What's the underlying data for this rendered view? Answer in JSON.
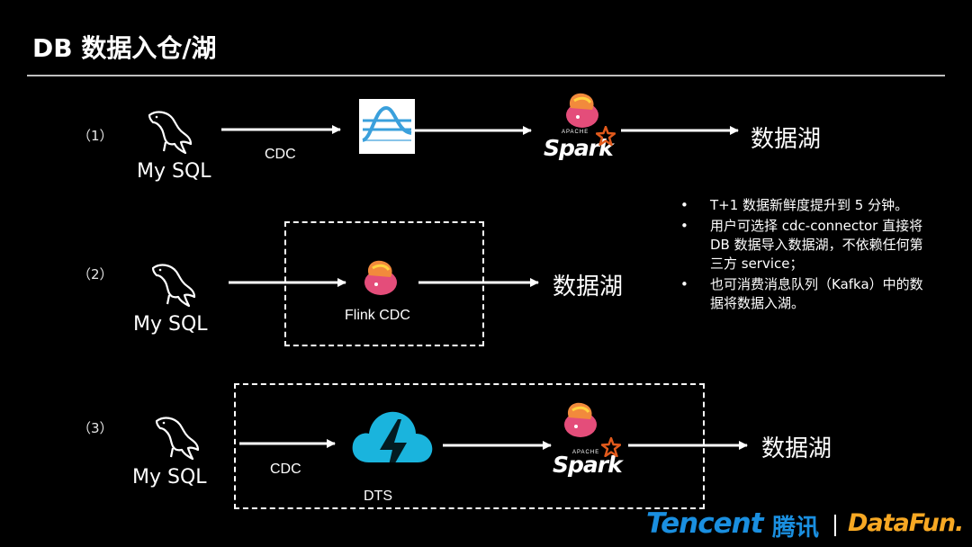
{
  "title": "DB 数据入仓/湖",
  "rows": [
    {
      "number": "（1）",
      "source": "My SQL",
      "edge_label": "CDC",
      "target": "数据湖"
    },
    {
      "number": "（2）",
      "source": "My SQL",
      "engine_label": "Flink CDC",
      "target": "数据湖"
    },
    {
      "number": "（3）",
      "source": "My SQL",
      "edge_label": "CDC",
      "engine_label": "DTS",
      "target": "数据湖"
    }
  ],
  "spark_logo_text": "Spark",
  "spark_logo_apache": "APACHE",
  "notes": [
    "T+1 数据新鲜度提升到 5 分钟。",
    "用户可选择 cdc-connector 直接将 DB 数据导入数据湖，不依赖任何第三方 service；",
    "也可消费消息队列（Kafka）中的数据将数据入湖。"
  ],
  "footer": {
    "brand_en": "Tencent",
    "brand_cn": "腾讯",
    "partner": "DataFun."
  },
  "colors": {
    "background": "#000000",
    "tencent_blue": "#1a8fe0",
    "datafun_orange": "#f7a823",
    "dts_cyan": "#1ab4dd",
    "spark_orange": "#e25a1c"
  }
}
